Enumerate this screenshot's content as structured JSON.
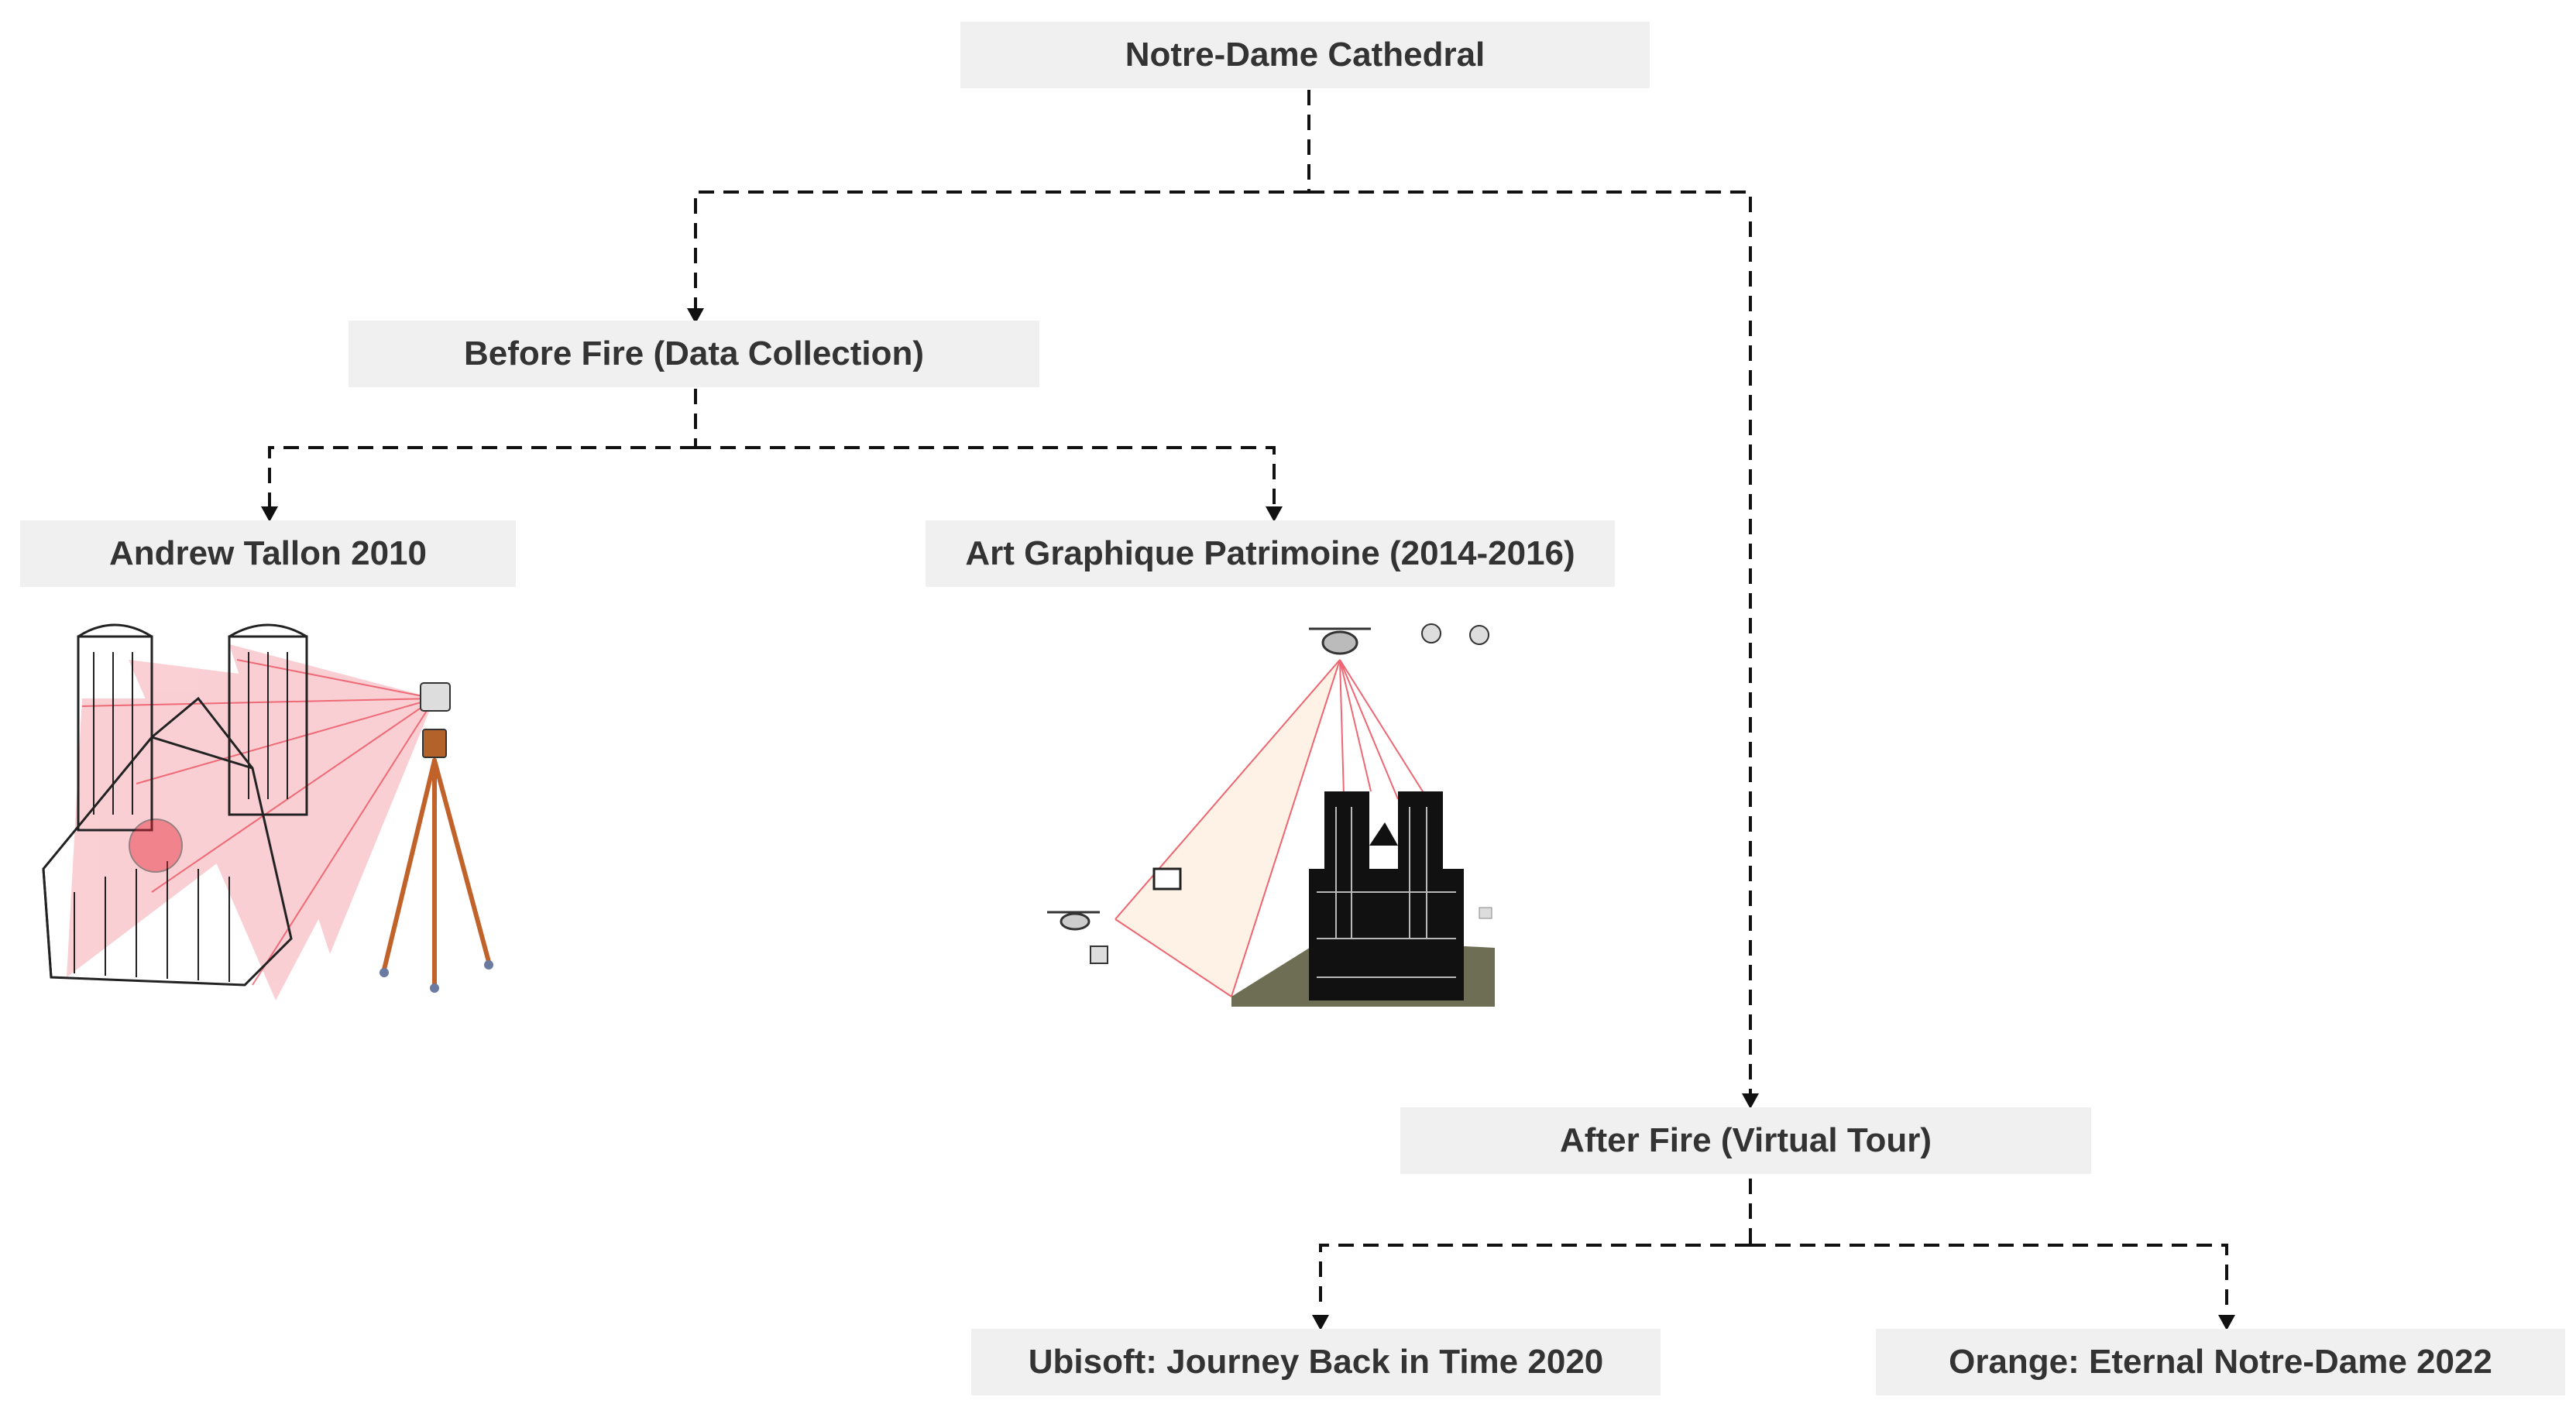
{
  "diagram": {
    "root": {
      "label": "Notre-Dame Cathedral"
    },
    "before_fire": {
      "label": "Before Fire (Data Collection)",
      "children": [
        {
          "label": "Andrew Tallon 2010"
        },
        {
          "label": "Art Graphique Patrimoine (2014-2016)"
        }
      ]
    },
    "after_fire": {
      "label": "After Fire (Virtual Tour)",
      "children": [
        {
          "label": "Ubisoft: Journey Back in Time 2020"
        },
        {
          "label": "Orange: Eternal Notre-Dame 2022"
        }
      ]
    }
  },
  "colors": {
    "node_fill": "#f0f0f0",
    "node_text": "#333333",
    "connector": "#111111",
    "scan_red": "#e8283a"
  },
  "illustrations": [
    {
      "icon": "laser-scan-cathedral-icon"
    },
    {
      "icon": "drone-survey-cathedral-icon"
    }
  ]
}
